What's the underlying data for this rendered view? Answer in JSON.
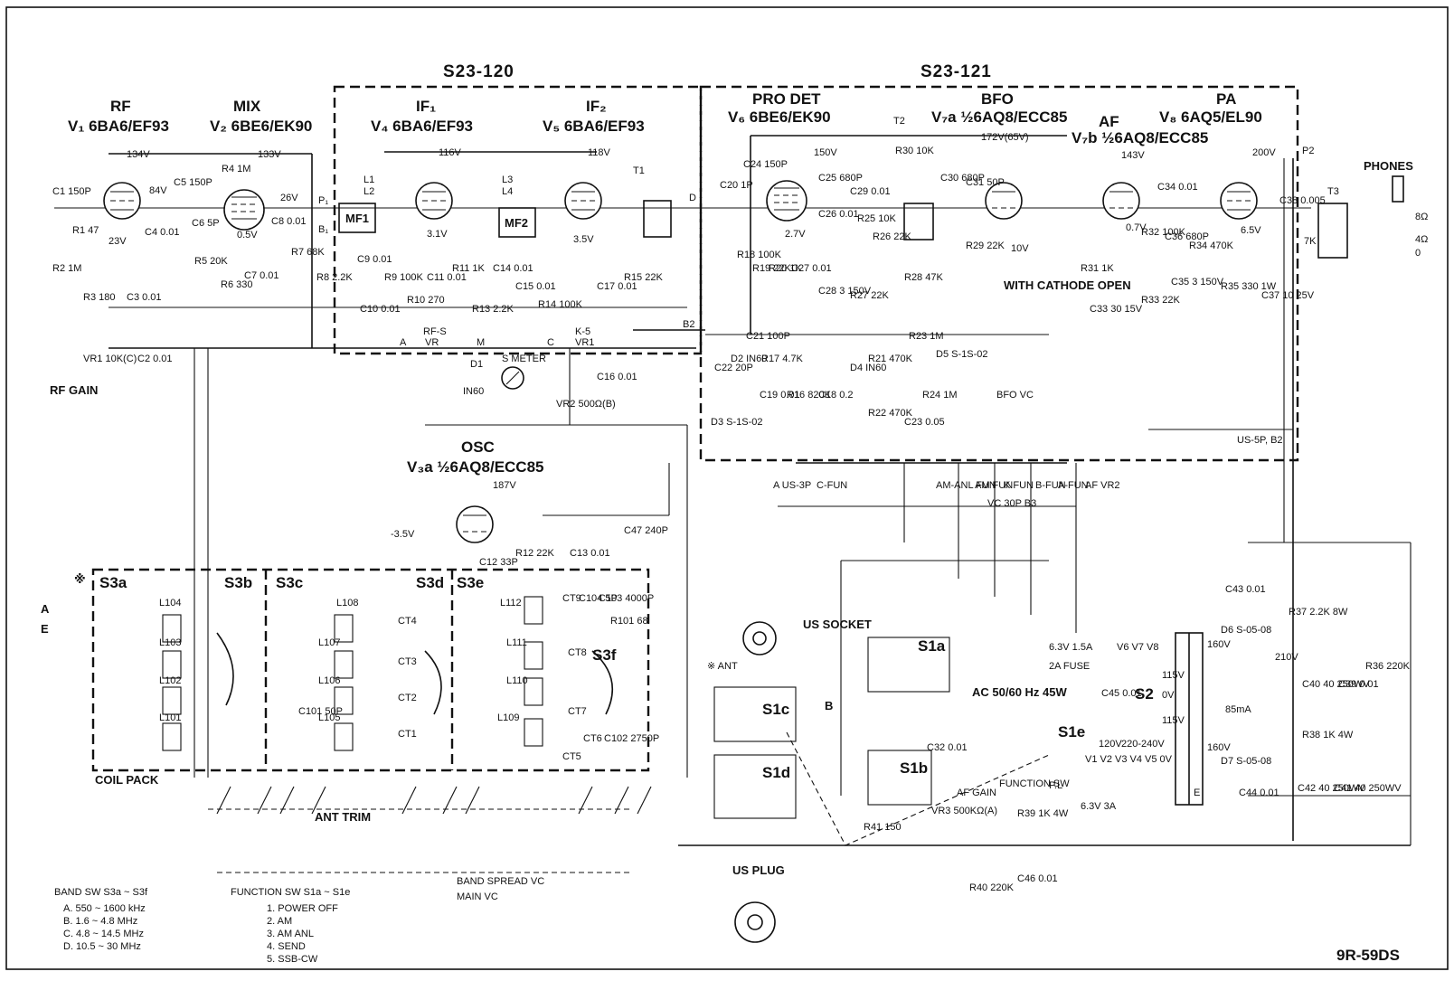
{
  "headers": {
    "s23_120": "S23-120",
    "s23_121": "S23-121"
  },
  "stages": {
    "rf": {
      "name": "RF",
      "tube": "V₁ 6BA6/EF93",
      "voltage": "134V"
    },
    "mix": {
      "name": "MIX",
      "tube": "V₂ 6BE6/EK90",
      "voltage": "133V"
    },
    "if1": {
      "name": "IF₁",
      "tube": "V₄ 6BA6/EF93",
      "voltage": "116V"
    },
    "if2": {
      "name": "IF₂",
      "tube": "V₅ 6BA6/EF93",
      "voltage": "118V"
    },
    "prodet": {
      "name": "PRO DET",
      "tube": "V₆ 6BE6/EK90",
      "voltage": "150V"
    },
    "bfo": {
      "name": "BFO",
      "tube": "V₇a ½6AQ8/ECC85",
      "voltage": "172V(65V)"
    },
    "af": {
      "name": "AF",
      "tube": "V₇b ½6AQ8/ECC85",
      "voltage": "143V"
    },
    "pa": {
      "name": "PA",
      "tube": "V₈ 6AQ5/EL90",
      "voltage": "200V"
    },
    "osc": {
      "name": "OSC",
      "tube": "V₃a ½6AQ8/ECC85",
      "voltage": "187V"
    }
  },
  "labels": {
    "c1": "C1 150P",
    "r1": "R1 47",
    "r2": "R2 1M",
    "r3": "R3 180",
    "c3": "C3 0.01",
    "c4": "C4 0.01",
    "c2": "C2 0.01",
    "vr1": "VR1 10K(C)",
    "rf_gain": "RF GAIN",
    "v23": "23V",
    "v84": "84V",
    "c5": "C5 150P",
    "c6": "C6 5P",
    "r4": "R4 1M",
    "r5": "R5 20K",
    "r6": "R6 330",
    "c7": "C7 0.01",
    "c8": "C8 0.01",
    "r7": "R7 68K",
    "r8": "R8 2.2K",
    "v05": "0.5V",
    "v26": "26V",
    "p1": "P₁",
    "b1": "B₁",
    "l1": "L1",
    "l2": "L2",
    "mf1": "MF1",
    "l3": "L3",
    "l4": "L4",
    "mf2": "MF2",
    "c9": "C9 0.01",
    "c10": "C10 0.01",
    "r9": "R9 100K",
    "r10": "R10 270",
    "c11": "C11 0.01",
    "r11": "R11 1K",
    "r12": "R13 2.2K",
    "c14": "C14 0.01",
    "c15": "C15 0.01",
    "r14": "R14 100K",
    "c17": "C17 0.01",
    "r15": "R15 22K",
    "v31": "3.1V",
    "v35": "3.5V",
    "t1": "T1",
    "d_lbl": "D",
    "b2": "B2",
    "node_a": "A",
    "node_m": "M",
    "node_c": "C",
    "rfs": "RF-S",
    "vr": "VR",
    "k5": "K-5",
    "vr1b": "VR1",
    "d1": "D1",
    "in60a": "IN60",
    "smeter": "S METER",
    "vr2": "VR2 500Ω(B)",
    "c16": "C16 0.01",
    "c20": "C20 1P",
    "c24": "C24 150P",
    "c25": "C25 680P",
    "c26": "C26 0.01",
    "r18": "R18 100K",
    "r19": "R19 22K",
    "r20": "R20 1K",
    "c27": "C27 0.01",
    "c28": "C28 3 150V",
    "v27": "2.7V",
    "t2": "T2",
    "r30": "R30 10K",
    "c29": "C29 0.01",
    "r25": "R25 10K",
    "r26": "R26 22K",
    "c30": "C30 680P",
    "c31": "C31 50P",
    "r29": "R29 22K",
    "r28": "R28 47K",
    "r27": "R27 22K",
    "v10": "10V",
    "with_cathode": "WITH CATHODE OPEN",
    "c22": "C22 20P",
    "c21": "C21 100P",
    "d2": "D2 IN60",
    "r17": "R17 4.7K",
    "d3": "D3 S-1S-02",
    "c19": "C19 0.01",
    "r16": "R16 820K",
    "c18": "C18 0.2",
    "d4": "D4 IN60",
    "r21": "R21 470K",
    "r22": "R22 470K",
    "r23": "R23 1M",
    "d5": "D5 S-1S-02",
    "r24": "R24 1M",
    "c23": "C23 0.05",
    "bfo_vc": "BFO VC",
    "r31": "R31 1K",
    "c33": "C33 30 15V",
    "r32": "R32 100K",
    "r33": "R33 22K",
    "c34": "C34 0.01",
    "c36": "C36 680P",
    "c35": "C35 3 150V",
    "r34": "R34 470K",
    "r35": "R35 330 1W",
    "c37": "C37 10 25V",
    "c38": "C38 0.005",
    "v07": "0.7V",
    "v65": "6.5V",
    "p2": "P2",
    "t3": "T3",
    "phones": "PHONES",
    "ohm8": "8Ω",
    "ohm4": "4Ω",
    "ohm0": "0",
    "k7": "7K",
    "us5p": "US-5P, B2",
    "bus_a": "A US-3P",
    "bus_cfun": "C-FUN",
    "bus_amanl": "AM-ANL FUN",
    "bus_amfun": "AM FUN",
    "bus_vc30p": "VC 30P B3",
    "bus_kfun": "K FUN",
    "bus_bfun": "B-FUN",
    "bus_afun": "A-FUN",
    "bus_af": "AF VR2",
    "osc_v": "-3.5V",
    "c12": "C12 33P",
    "r12b": "R12 22K",
    "c13": "C13 0.01",
    "c47": "C47 240P",
    "s3a": "S3a",
    "s3b": "S3b",
    "s3c": "S3c",
    "s3d": "S3d",
    "s3e": "S3e",
    "s3f": "S3f",
    "l104": "L104",
    "l103": "L103",
    "l102": "L102",
    "l101": "L101",
    "l108": "L108",
    "l107": "L107",
    "l106": "L106",
    "l105": "L105",
    "l112": "L112",
    "l111": "L111",
    "l110": "L110",
    "l109": "L109",
    "ct4": "CT4",
    "ct3": "CT3",
    "ct2": "CT2",
    "ct1": "CT1",
    "ct9": "CT9",
    "ct8": "CT8",
    "ct7": "CT7",
    "ct5": "CT5",
    "ct6": "CT6",
    "c104": "C104 5P",
    "c103": "C103 4000P",
    "c102": "C102 2750P",
    "r101": "R101 68",
    "c101": "C101 50P",
    "coil_pack": "COIL PACK",
    "ant_trim": "ANT TRIM",
    "ant_a": "A",
    "ant_e": "E",
    "asterisk": "※",
    "band_spread": "BAND SPREAD VC",
    "main_vc": "MAIN VC",
    "us_socket": "US SOCKET",
    "ant_mark": "※ ANT",
    "s1a": "S1a",
    "s1b": "S1b",
    "s1c": "S1c",
    "s1d": "S1d",
    "s1e": "S1e",
    "b_out": "B",
    "c32": "C32 0.01",
    "vr3": "VR3 500KΩ(A)",
    "af_gain": "AF GAIN",
    "r41": "R41 150",
    "r39": "R39 1K 4W",
    "r40": "R40 220K",
    "c46": "C46 0.01",
    "function_sw": "FUNCTION SW",
    "pl": "P.L",
    "heater": "6.3V 3A",
    "v6v7v8": "V6 V7 V8",
    "fuse1": "6.3V 1.5A",
    "fuse2": "2A FUSE",
    "ac": "AC 50/60 Hz 45W",
    "c45": "C45 0.01",
    "s2": "S2",
    "ov": "0V",
    "v115a": "115V",
    "v115b": "115V",
    "v220": "220-240V",
    "v120": "120V",
    "v160a": "160V",
    "v160b": "160V",
    "v210": "210V",
    "ma85": "85mA",
    "c43": "C43 0.01",
    "d6": "D6 S-05-08",
    "d7": "D7 S-05-08",
    "r37": "R37 2.2K 8W",
    "c40": "C40 40 250WV",
    "c39": "C39 0.01",
    "r36": "R36 220K",
    "r38": "R38 1K 4W",
    "c42": "C42 40 250WV",
    "c41": "C41 40 250WV",
    "c44": "C44 0.01",
    "tubes_row": "V1 V2 V3 V4 V5 0V",
    "e_gnd": "E",
    "us_plug": "US PLUG",
    "model": "9R-59DS"
  },
  "band_sw": {
    "title": "BAND SW  S3a ~ S3f",
    "lines": [
      "A. 550 ~ 1600 kHz",
      "B.  1.6 ~ 4.8  MHz",
      "C.  4.8 ~ 14.5 MHz",
      "D. 10.5 ~ 30   MHz"
    ]
  },
  "function_sw": {
    "title": "FUNCTION SW  S1a ~ S1e",
    "lines": [
      "1. POWER OFF",
      "2. AM",
      "3. AM ANL",
      "4. SEND",
      "5. SSB-CW"
    ]
  }
}
